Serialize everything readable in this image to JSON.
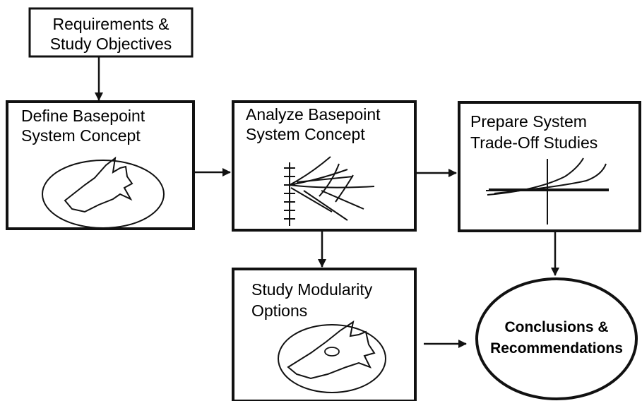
{
  "diagram": {
    "requirements": {
      "line1": "Requirements &",
      "line2": "Study Objectives"
    },
    "define": {
      "line1": "Define Basepoint",
      "line2": "System Concept"
    },
    "analyze": {
      "line1": "Analyze Basepoint",
      "line2": "System Concept"
    },
    "prepare": {
      "line1": "Prepare System",
      "line2": "Trade-Off Studies"
    },
    "modularity": {
      "line1": "Study Modularity",
      "line2": "Options"
    },
    "conclusions": {
      "line1": "Conclusions  &",
      "line2": "Recommendations"
    }
  },
  "colors": {
    "ink": "#111111",
    "background": "#ffffff"
  }
}
